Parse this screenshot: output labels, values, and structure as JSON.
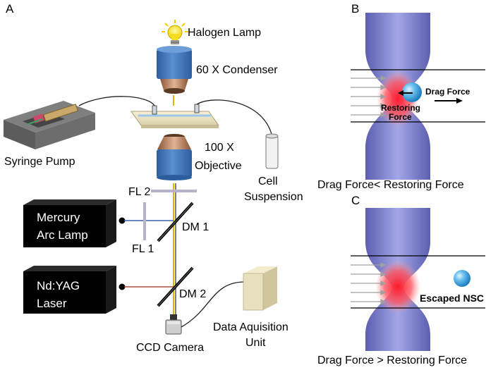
{
  "panels": {
    "a": "A",
    "b": "B",
    "c": "C"
  },
  "labels": {
    "halogen_lamp": "Halogen Lamp",
    "condenser": "60 X Condenser",
    "objective_line1": "100 X",
    "objective_line2": "Objective",
    "syringe_pump": "Syringe Pump",
    "cell_suspension_line1": "Cell",
    "cell_suspension_line2": "Suspension",
    "fl2": "FL 2",
    "fl1": "FL 1",
    "dm1": "DM 1",
    "dm2": "DM 2",
    "mercury_line1": "Mercury",
    "mercury_line2": "Arc Lamp",
    "ndyag_line1": "Nd:YAG",
    "ndyag_line2": "Laser",
    "ccd_camera": "CCD Camera",
    "daq_line1": "Data Aquisition",
    "daq_line2": "Unit",
    "drag_force": "Drag Force",
    "restoring_line1": "Restoring",
    "restoring_line2": "Force",
    "caption_b": "Drag Force< Restoring Force",
    "escaped": "Escaped NSC",
    "caption_c": "Drag Force > Restoring Force"
  },
  "colors": {
    "objective_blue": "#3f74b8",
    "lens_copper": "#b57c5c",
    "black_box": "#000000",
    "beam_yellow": "#d9b800",
    "beam_blue": "#3a5fb0",
    "beam_red": "#b04a3a",
    "trap_red": "#ff2a3a",
    "cone_purple": "#7a7fcb",
    "sample_stage": "#f1e8c8",
    "daq_box": "#e8e1c0",
    "bead_blue": "#3aa0dc"
  }
}
